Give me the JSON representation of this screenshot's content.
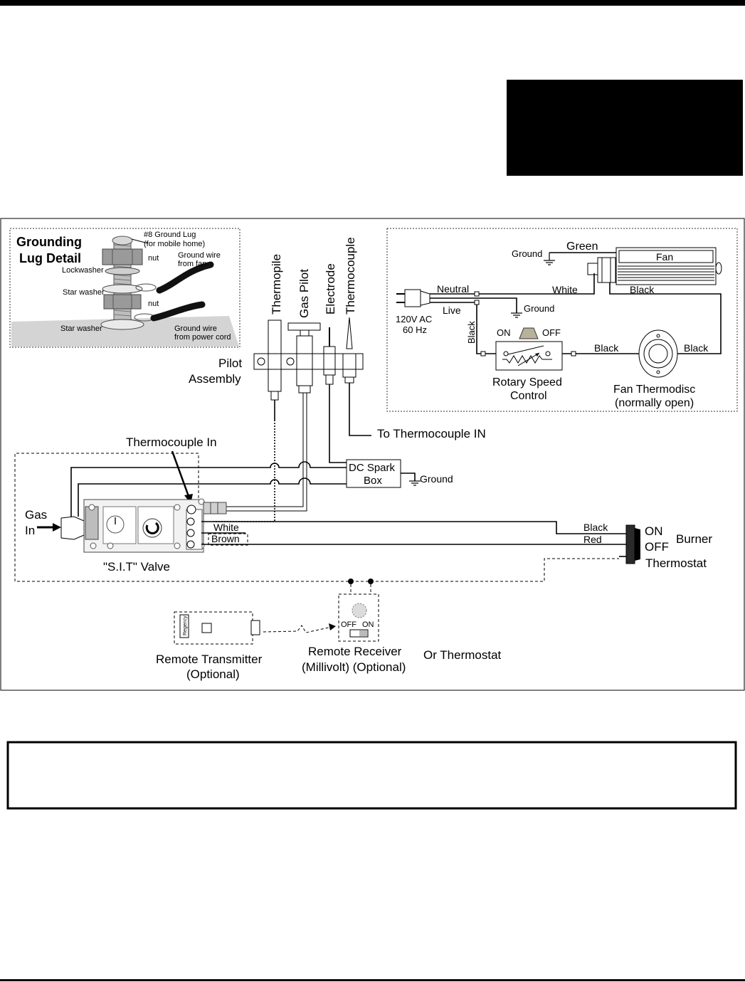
{
  "grounding_detail": {
    "title_line1": "Grounding",
    "title_line2": "Lug Detail",
    "lug_label_line1": "#8 Ground Lug",
    "lug_label_line2": "(for mobile home)",
    "nut_upper": "nut",
    "ground_wire_fan_line1": "Ground wire",
    "ground_wire_fan_line2": "from fan",
    "lockwasher": "Lockwasher",
    "star_washer_upper": "Star washer",
    "nut_lower": "nut",
    "star_washer_lower": "Star washer",
    "ground_wire_cord_line1": "Ground wire",
    "ground_wire_cord_line2": "from power cord"
  },
  "pilot": {
    "thermopile": "Thermopile",
    "gas_pilot": "Gas Pilot",
    "electrode": "Electrode",
    "thermocouple": "Thermocouple",
    "assembly_line1": "Pilot",
    "assembly_line2": "Assembly",
    "to_thermocouple": "To Thermocouple IN",
    "thermocouple_in": "Thermocouple In"
  },
  "fan_circuit": {
    "ground_top": "Ground",
    "green": "Green",
    "fan": "Fan",
    "neutral": "Neutral",
    "white": "White",
    "black_motor": "Black",
    "supply_line1": "120V AC",
    "supply_line2": "60 Hz",
    "live": "Live",
    "ground_mid": "Ground",
    "black_vertical": "Black",
    "on": "ON",
    "off": "OFF",
    "black_to_disc": "Black",
    "black_from_disc": "Black",
    "control_line1": "Rotary Speed",
    "control_line2": "Control",
    "thermodisc_line1": "Fan Thermodisc",
    "thermodisc_line2": "(normally open)"
  },
  "spark_box": {
    "line1": "DC Spark",
    "line2": "Box",
    "ground": "Ground"
  },
  "valve": {
    "gas_line1": "Gas",
    "gas_line2": "In",
    "white": "White",
    "brown": "Brown",
    "label": "\"S.I.T\" Valve"
  },
  "thermostat": {
    "black": "Black",
    "red": "Red",
    "on": "ON",
    "off": "OFF",
    "burner": "Burner",
    "thermostat": "Thermostat"
  },
  "remote": {
    "transmitter_brand": "Regency",
    "transmitter_line1": "Remote Transmitter",
    "transmitter_line2": "(Optional)",
    "receiver_off": "OFF",
    "receiver_on": "ON",
    "receiver_line1": "Remote Receiver",
    "receiver_line2": "(Millivolt) (Optional)",
    "or_thermostat": "Or Thermostat"
  }
}
